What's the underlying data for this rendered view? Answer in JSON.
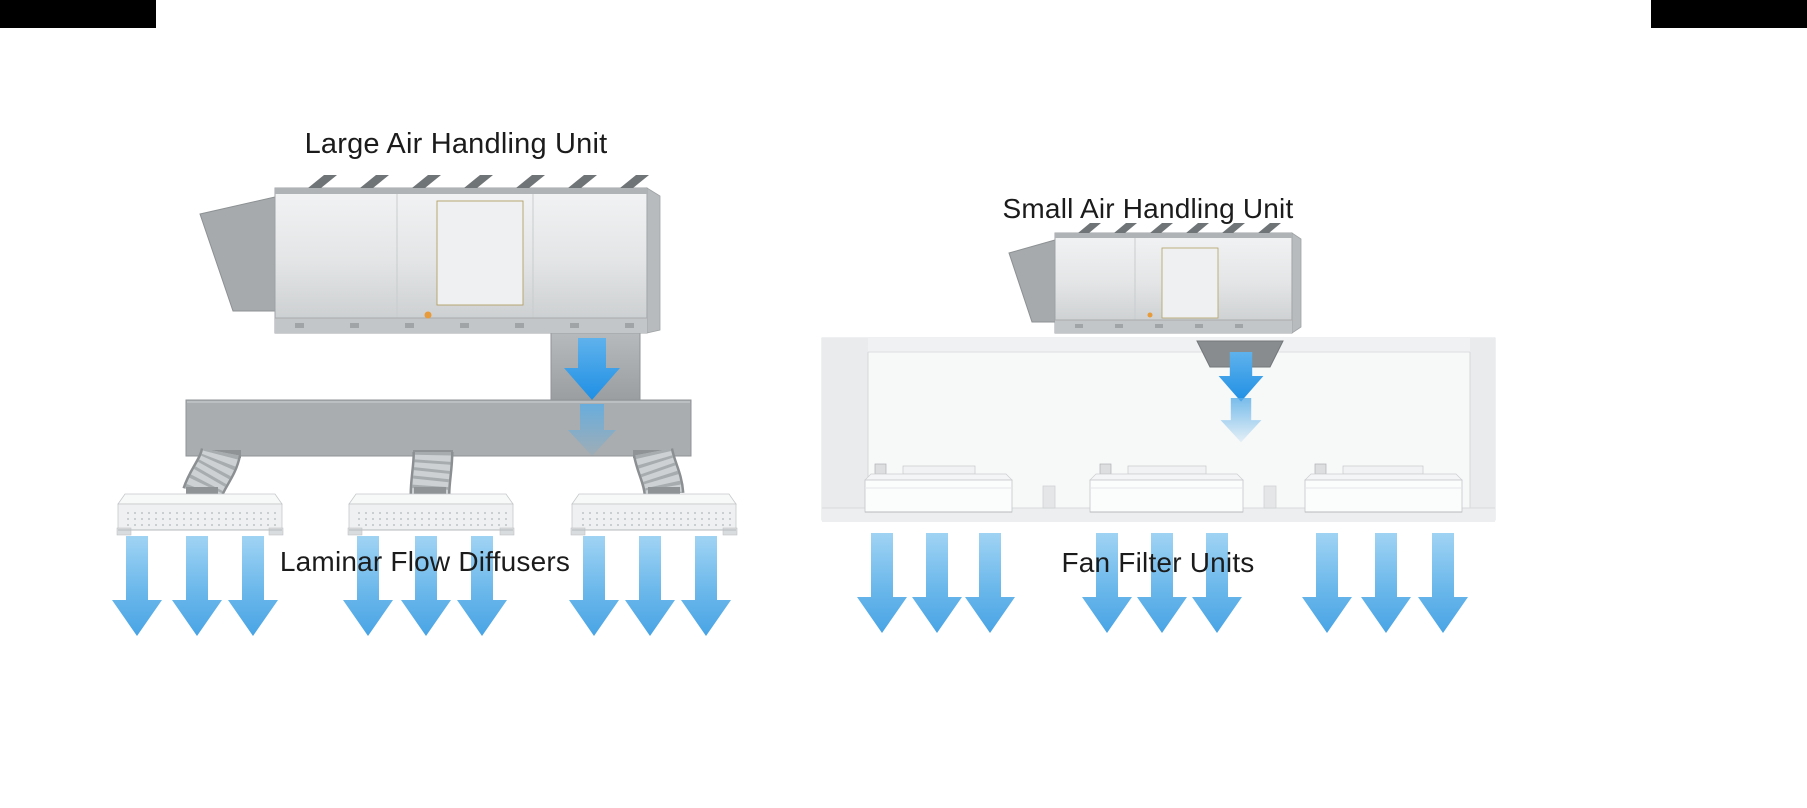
{
  "scene": {
    "background": "#ffffff",
    "type": "HVAC airflow comparison diagram"
  },
  "colors": {
    "scene_bg": "#ffffff",
    "letterbox_black": "#000000",
    "text_color": "#1b1b1b",
    "arrow_blue": "#5bb0e9",
    "arrow_blue_bold": "#2190e3",
    "duct_gray": "#a9adaf",
    "unit_gray_light": "#e9ebec",
    "unit_gray_dark": "#9aa0a3",
    "accent_dot_orange": "#e79b3a"
  },
  "left_diagram": {
    "title": "Large Air Handling Unit",
    "caption": "Laminar Flow Diffusers",
    "diffuser_count": 3,
    "flex_duct_count": 3,
    "airflow_arrows_per_diffuser": 3
  },
  "right_diagram": {
    "title": "Small Air Handling Unit",
    "caption": "Fan Filter Units",
    "fan_filter_unit_count": 3,
    "airflow_arrows_per_unit": 3
  }
}
